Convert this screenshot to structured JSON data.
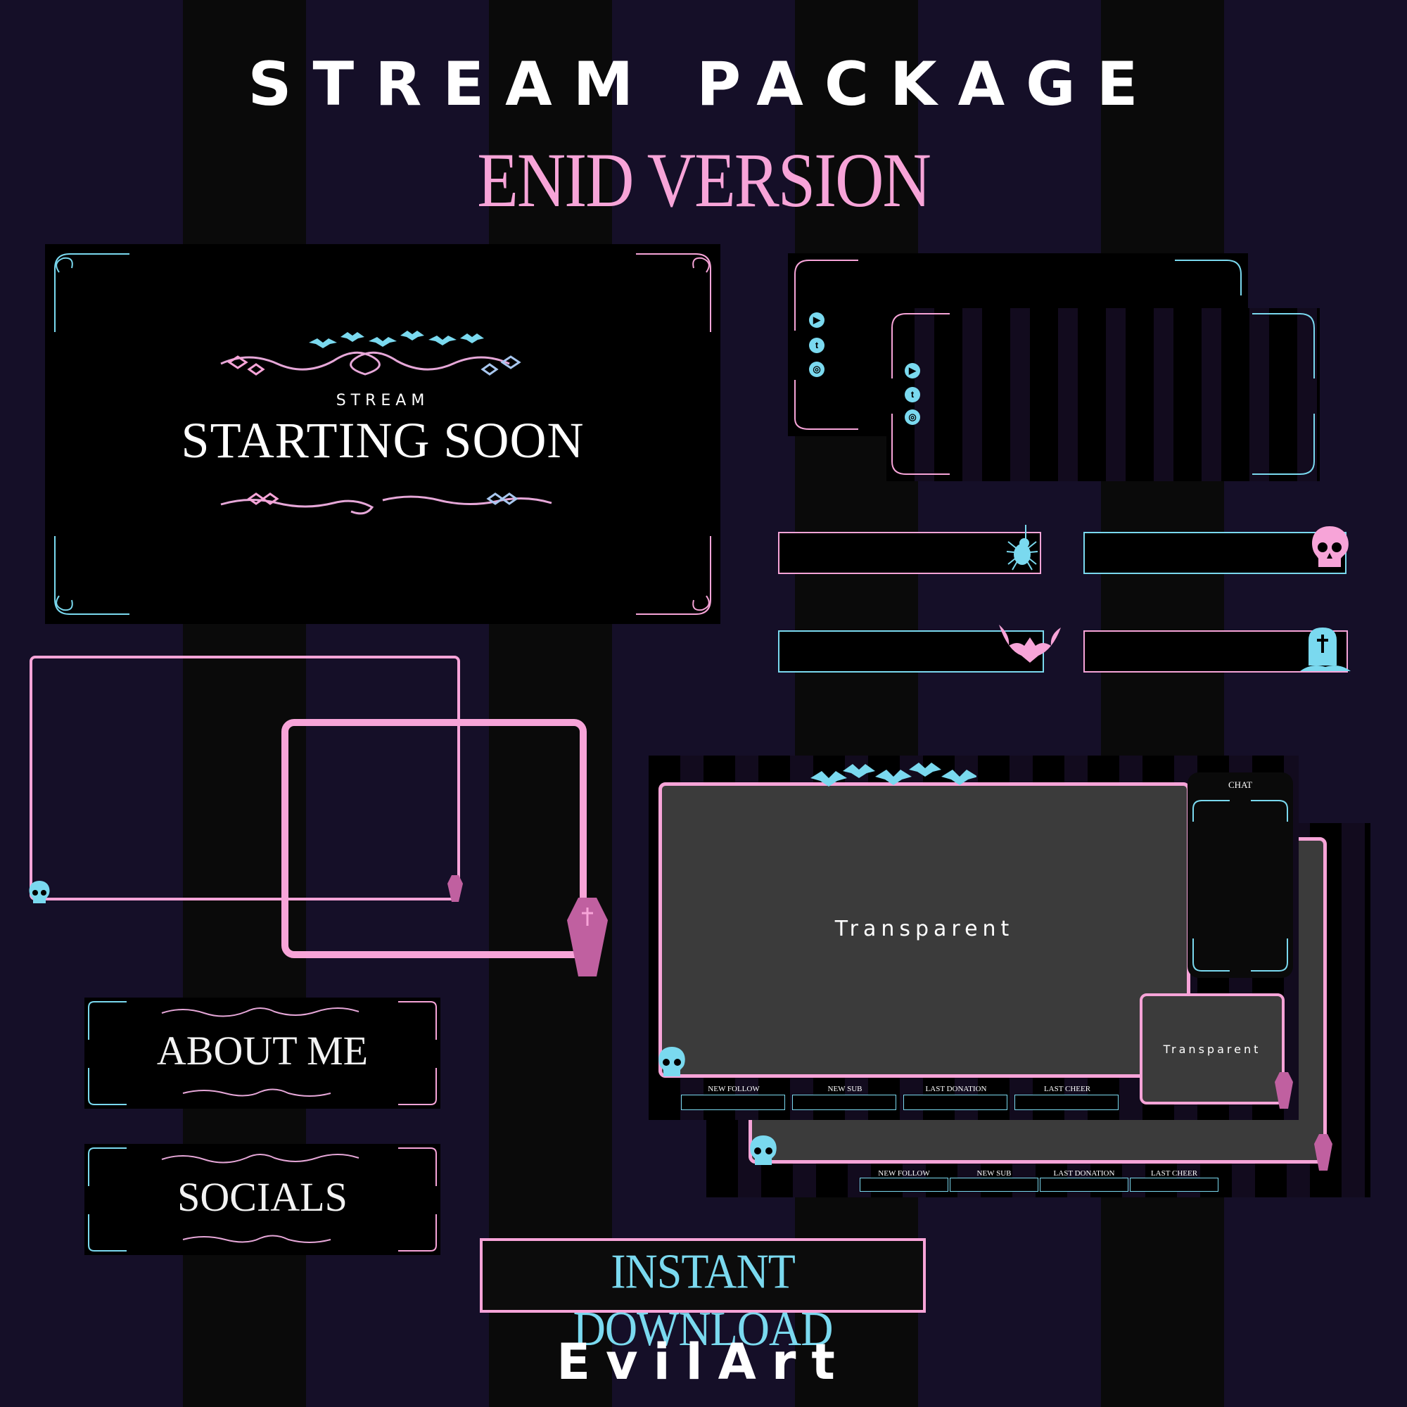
{
  "header": {
    "title": "STREAM PACKAGE",
    "subtitle": "ENID VERSION"
  },
  "starting_screen": {
    "eyebrow": "STREAM",
    "headline": "STARTING SOON"
  },
  "panels": [
    {
      "label": "ABOUT ME"
    },
    {
      "label": "SOCIALS"
    }
  ],
  "layout": {
    "chat_label": "CHAT",
    "main_placeholder": "Transparent",
    "cam_placeholder": "Transparent",
    "stats": [
      "NEW FOLLOW",
      "NEW SUB",
      "LAST DONATION",
      "LAST CHEER"
    ]
  },
  "layout_back": {
    "stats": [
      "NEW FOLLOW",
      "NEW SUB",
      "LAST DONATION",
      "LAST CHEER"
    ]
  },
  "footer": {
    "cta": "INSTANT DOWNLOAD",
    "brand": "EvilArt"
  },
  "colors": {
    "accent_pink": "#f7a4d8",
    "accent_cyan": "#7ad9ef",
    "stripe_dark": "#150f28",
    "stripe_black": "#0a0a0a",
    "screen_gray": "#3b3b3b"
  },
  "icons": [
    "youtube-icon",
    "twitter-icon",
    "instagram-icon",
    "spider-icon",
    "skull-icon",
    "bat-icon",
    "tombstone-icon",
    "coffin-icon"
  ]
}
